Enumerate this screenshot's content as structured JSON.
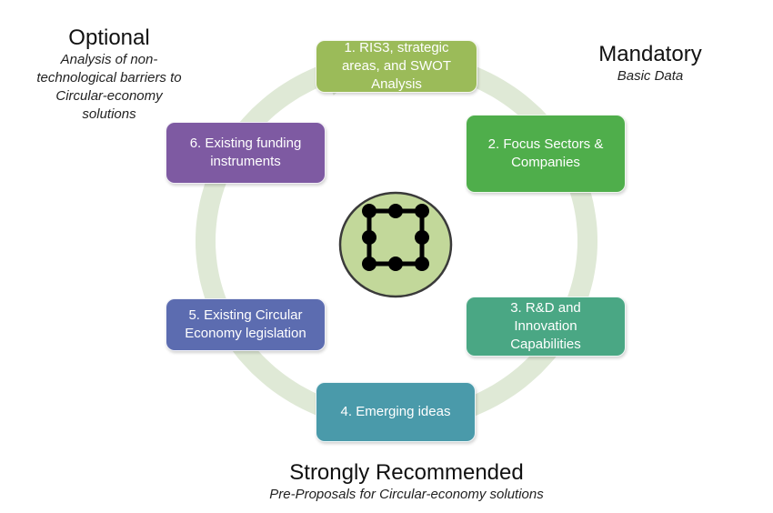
{
  "steps": [
    {
      "label": "1. RIS3, strategic\nareas, and SWOT\nAnalysis",
      "color": "#9bbb59"
    },
    {
      "label": "2. Focus Sectors &\nCompanies",
      "color": "#4fae4b"
    },
    {
      "label": "3. R&D and\nInnovation\nCapabilities",
      "color": "#4aa784"
    },
    {
      "label": "4. Emerging ideas",
      "color": "#4a9aaa"
    },
    {
      "label": "5. Existing Circular\nEconomy legislation",
      "color": "#5c6cb0"
    },
    {
      "label": "6. Existing funding\ninstruments",
      "color": "#7e5aa2"
    }
  ],
  "labels": {
    "optional": {
      "title": "Optional",
      "subtitle": "Analysis of non-\ntechnological barriers to\nCircular-economy\nsolutions"
    },
    "mandatory": {
      "title": "Mandatory",
      "subtitle": "Basic Data"
    },
    "recommended": {
      "title": "Strongly Recommended",
      "subtitle": "Pre-Proposals for Circular-economy solutions"
    }
  },
  "colors": {
    "ring": "#dfe9d6",
    "hub_fill": "#c2d89a",
    "hub_border": "#3a3a3a",
    "node": "#000000"
  },
  "icons": {
    "center": "network-loop-icon",
    "cycle": "cycle-arrow"
  }
}
